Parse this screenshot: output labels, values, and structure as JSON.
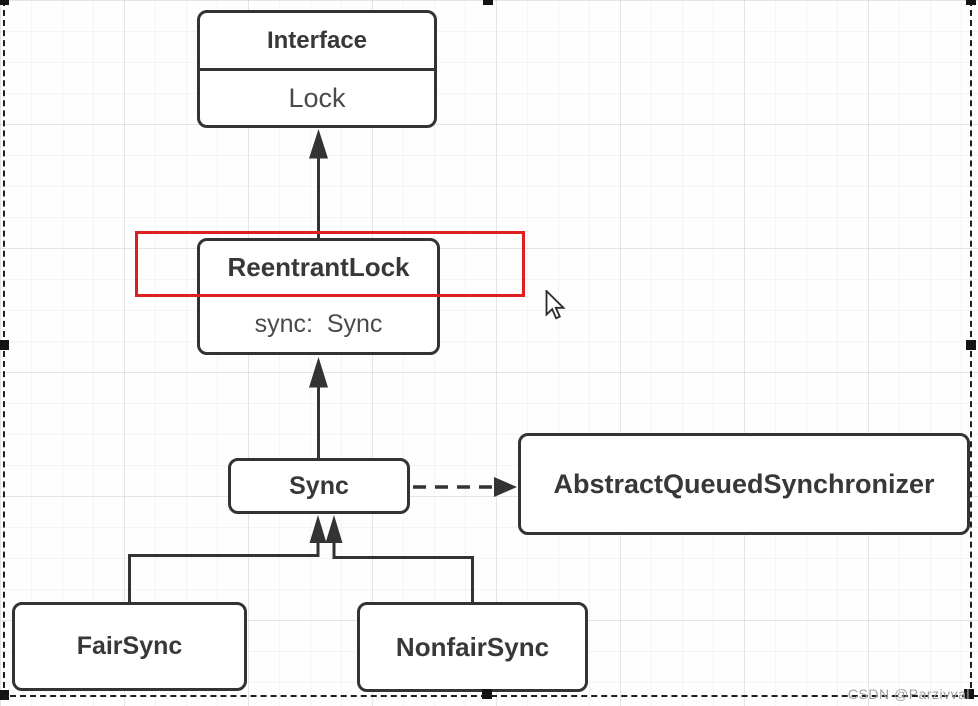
{
  "diagram": {
    "nodes": {
      "interface": {
        "title": "Interface",
        "field": "Lock"
      },
      "reentrantlock": {
        "title": "ReentrantLock",
        "field": "sync:  Sync"
      },
      "sync": {
        "label": "Sync"
      },
      "aqs": {
        "label": "AbstractQueuedSynchronizer"
      },
      "fairsync": {
        "label": "FairSync"
      },
      "nonfairsync": {
        "label": "NonfairSync"
      }
    },
    "edges": [
      {
        "from": "ReentrantLock",
        "to": "Interface Lock",
        "style": "solid-arrow-up"
      },
      {
        "from": "Sync",
        "to": "ReentrantLock",
        "style": "solid-arrow-up"
      },
      {
        "from": "Sync",
        "to": "AbstractQueuedSynchronizer",
        "style": "dashed-arrow-right"
      },
      {
        "from": "FairSync",
        "to": "Sync",
        "style": "solid-arrow-up"
      },
      {
        "from": "NonfairSync",
        "to": "Sync",
        "style": "solid-arrow-up"
      }
    ],
    "colors": {
      "stroke": "#333333",
      "highlight_red": "#dd1f1f",
      "title_text": "#383838",
      "field_text": "#4a4a4a"
    }
  },
  "watermark": {
    "text": "CSDN @Parzivval"
  }
}
